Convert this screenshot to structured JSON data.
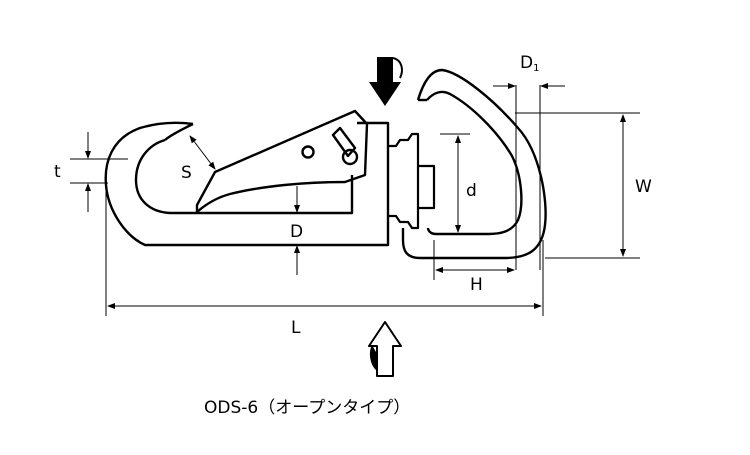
{
  "diagram": {
    "labels": {
      "t": "t",
      "s": "S",
      "d_upper": "D",
      "d_lower": "d",
      "d1_main": "D",
      "d1_sub": "1",
      "w": "W",
      "h": "H",
      "l": "L"
    },
    "caption": "ODS-6（オープンタイプ）"
  }
}
